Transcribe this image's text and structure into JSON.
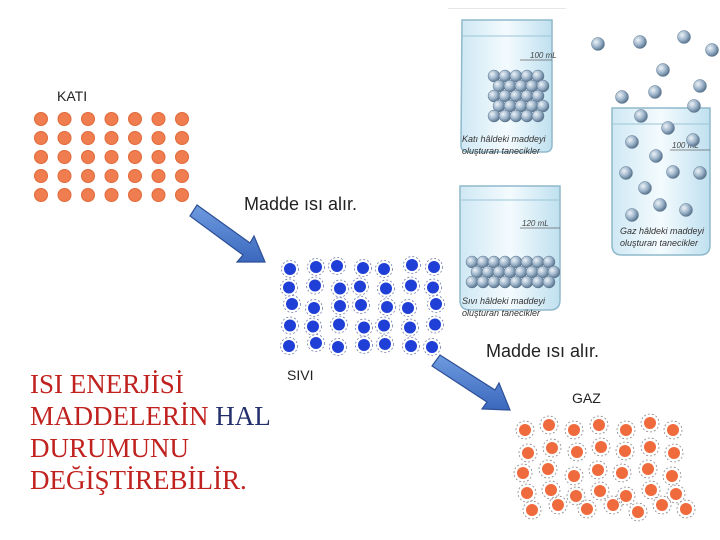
{
  "labels": {
    "solid": "KATI",
    "liquid": "SIVI",
    "gas": "GAZ"
  },
  "arrows": {
    "first": "Madde ısı alır.",
    "second": "Madde ısı alır."
  },
  "headline": {
    "line1": "ISI ENERJİSİ",
    "line2a": "MADDELERİN ",
    "line2b": "HAL",
    "line3": "DURUMUNU",
    "line4": "DEĞİŞTİREBİLİR."
  },
  "beakers": {
    "solid_caption_1": "Katı hâldeki maddeyi",
    "solid_caption_2": "oluşturan tanecikler",
    "solid_volume": "100 mL",
    "liquid_caption_1": "Sıvı hâldeki maddeyi",
    "liquid_caption_2": "oluşturan tanecikler",
    "liquid_volume": "120 mL",
    "gas_caption_1": "Gaz hâldeki maddeyi",
    "gas_caption_2": "oluşturan tanecikler",
    "gas_volume": "100 mL"
  },
  "colors": {
    "solid_particle": "#f07d4f",
    "liquid_particle": "#1f3fd6",
    "gas_particle": "#ef6a3c",
    "headline": "#c0221f",
    "headline_accent": "#24306b",
    "arrow": "#4a7bd0",
    "beaker_ball": "#8fa8c0"
  }
}
